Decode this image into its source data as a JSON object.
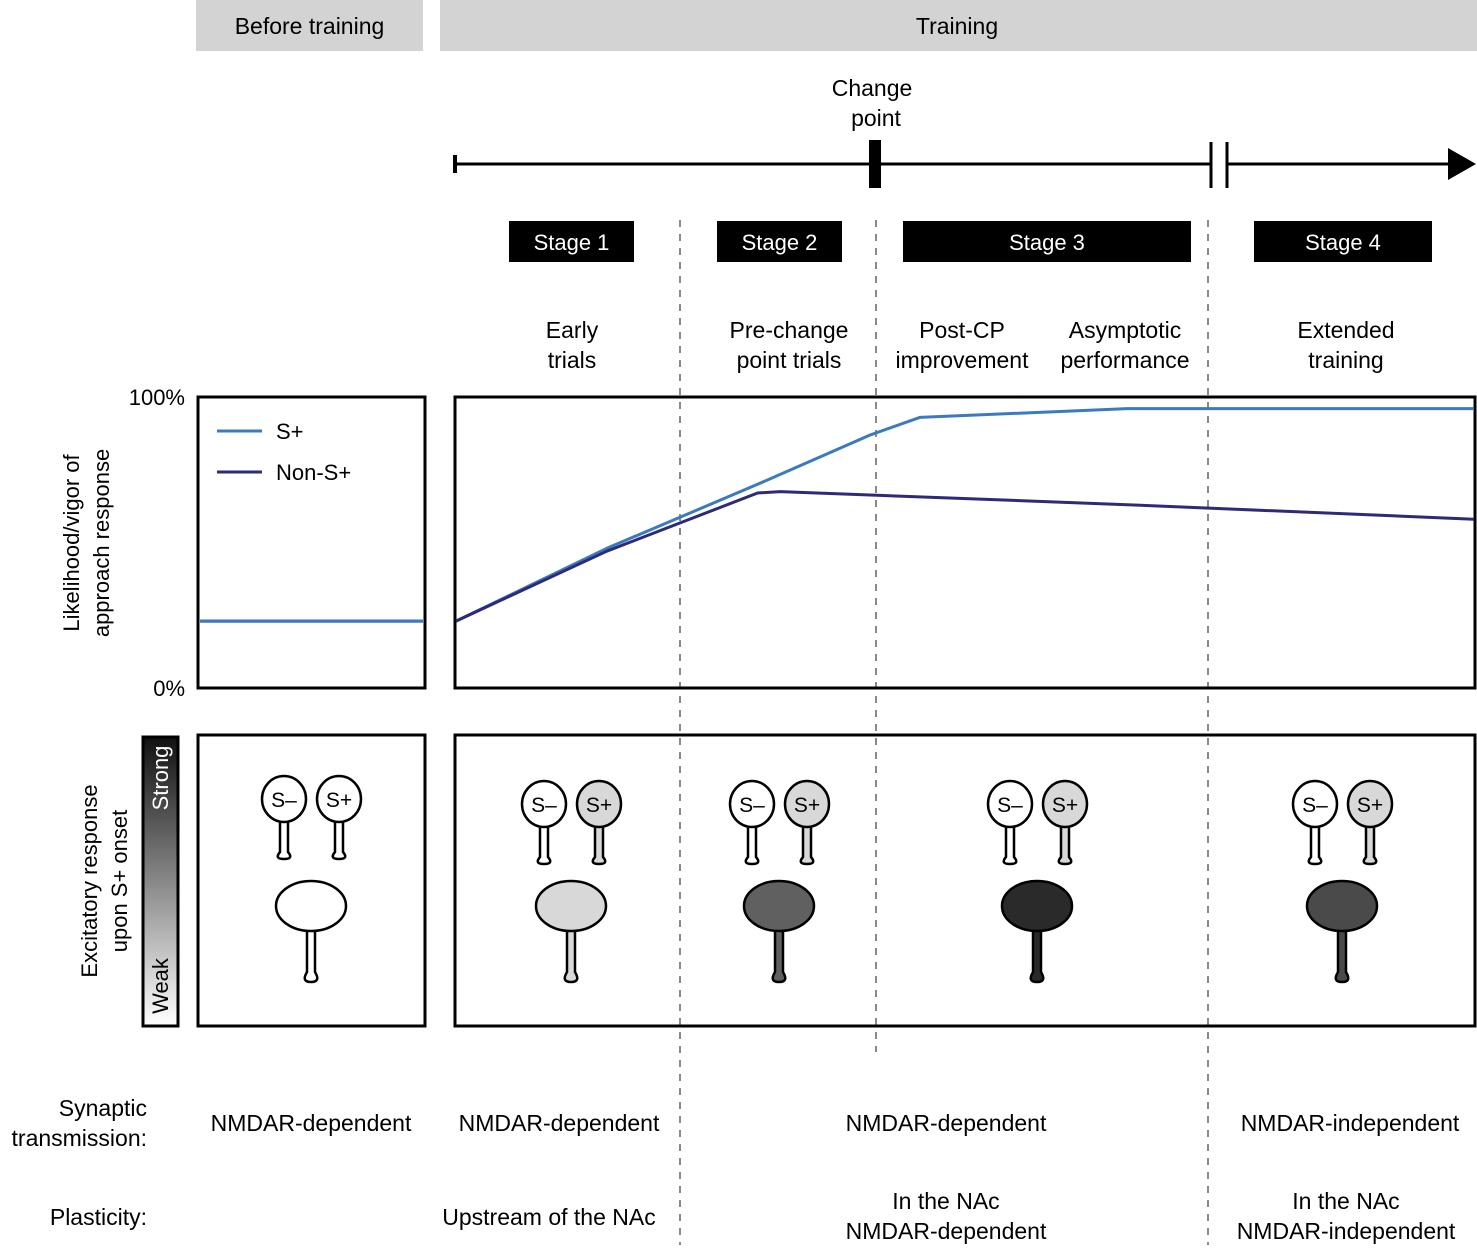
{
  "header": {
    "before": "Before training",
    "training": "Training"
  },
  "timeline": {
    "change_point_line1": "Change",
    "change_point_line2": "point"
  },
  "stages": [
    {
      "label": "Stage 1"
    },
    {
      "label": "Stage 2"
    },
    {
      "label": "Stage 3"
    },
    {
      "label": "Stage 4"
    }
  ],
  "phases": [
    {
      "line1": "Early",
      "line2": "trials"
    },
    {
      "line1": "Pre-change",
      "line2": "point trials"
    },
    {
      "line1": "Post-CP",
      "line2": "improvement"
    },
    {
      "line1": "Asymptotic",
      "line2": "performance"
    },
    {
      "line1": "Extended",
      "line2": "training"
    }
  ],
  "chart_data": {
    "type": "line",
    "ylabel_line1": "Likelihood/vigor  of",
    "ylabel_line2": "approach response",
    "ytick_top": "100%",
    "ytick_bottom": "0%",
    "ylim": [
      0,
      100
    ],
    "legend": [
      {
        "name": "S+",
        "color": "#3a7bbf"
      },
      {
        "name": "Non-S+",
        "color": "#2e2a7a"
      }
    ],
    "before_training": {
      "S+": 23,
      "Non-S+": 23
    },
    "training_series": [
      {
        "name": "S+",
        "x": [
          0,
          4,
          8,
          11,
          12.3,
          17.8,
          27
        ],
        "values": [
          23,
          48,
          70,
          87,
          93,
          96,
          96
        ]
      },
      {
        "name": "Non-S+",
        "x": [
          0,
          4,
          8,
          8.6,
          17.8,
          27
        ],
        "values": [
          23,
          47,
          67,
          67.5,
          63,
          58
        ]
      }
    ]
  },
  "response_panel": {
    "ylabel_line1": "Excitatory response",
    "ylabel_line2": "upon S+ onset",
    "gradient_top": "Strong",
    "gradient_bottom": "Weak",
    "input_minus": "S–",
    "input_plus": "S+",
    "neuron_fills": [
      "#ffffff",
      "#d8d8d8",
      "#606060",
      "#2a2a2a",
      "#4a4a4a"
    ],
    "splus_fills": [
      "#ffffff",
      "#d8d8d8",
      "#d8d8d8",
      "#d8d8d8",
      "#d8d8d8"
    ]
  },
  "rows": {
    "synaptic_label_line1": "Synaptic",
    "synaptic_label_line2": "transmission:",
    "synaptic": [
      "NMDAR-dependent",
      "NMDAR-dependent",
      "NMDAR-dependent",
      "NMDAR-independent"
    ],
    "plasticity_label": "Plasticity:",
    "plasticity_upstream": "Upstream of the NAc",
    "plasticity_mid_line1": "In the NAc",
    "plasticity_mid_line2": "NMDAR-dependent",
    "plasticity_ext_line1": "In the NAc",
    "plasticity_ext_line2": "NMDAR-independent"
  }
}
